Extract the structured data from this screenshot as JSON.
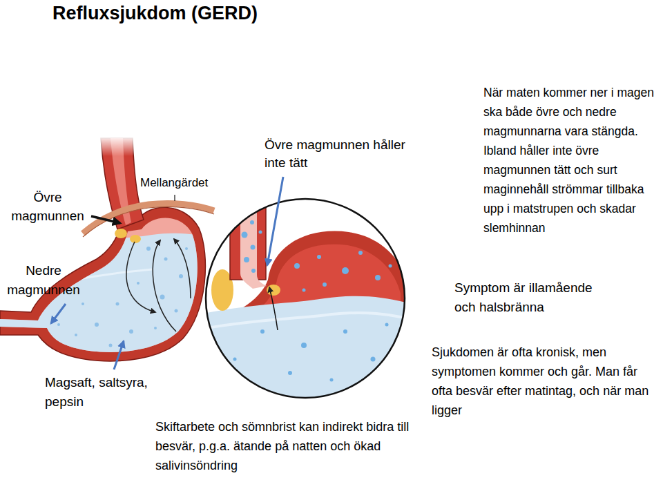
{
  "diagram": {
    "title": "Refluxsjukdom (GERD)",
    "labels": [
      "När maten kommer ner i magen ska både övre och nedre magmunnarna vara stängda. Ibland håller inte övre magmunnen tätt och surt maginnehåll strömmar tillbaka upp i matstrupen och skadar slemhinnan",
      "Övre magmunnen håller inte tätt",
      "Mellangärdet",
      "Övre magmunnen",
      "Nedre magmunnen",
      "Symptom är illamående och halsbränna",
      "Sjukdomen är ofta kronisk, men symptomen kommer och går. Man får ofta besvär efter matintag, och när man ligger",
      "Magsaft, saltsyra, pepsin",
      "Skiftarbete och sömnbrist kan indirekt bidra till besvär, p.g.a. ätande på natten och ökad salivinsöndring"
    ]
  }
}
